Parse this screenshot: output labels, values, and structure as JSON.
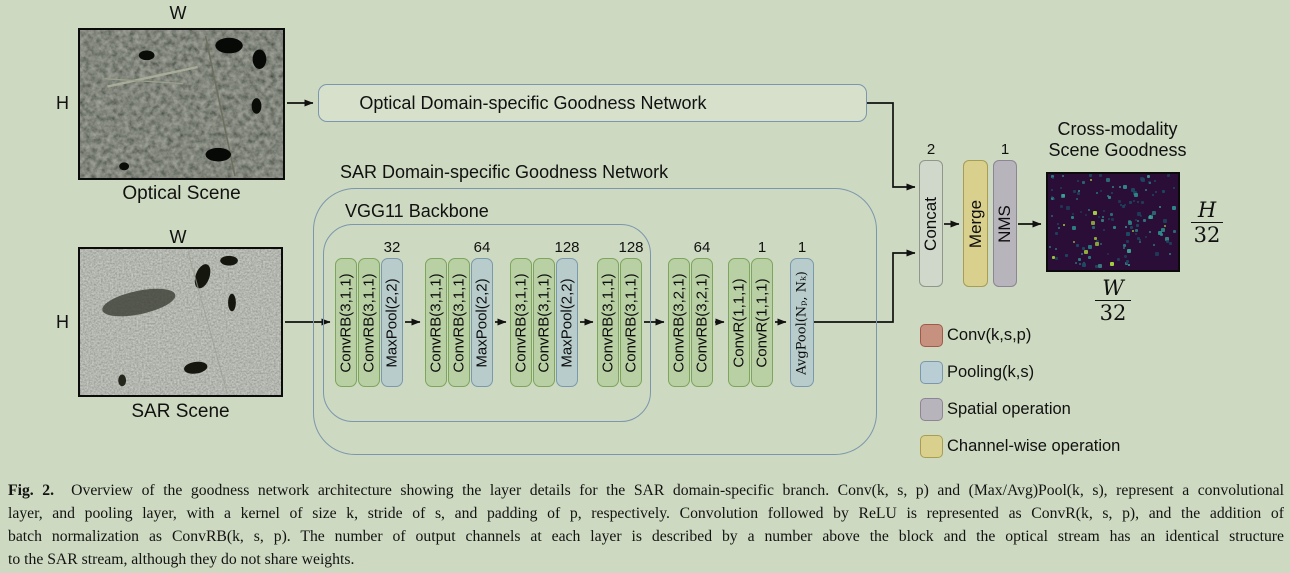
{
  "figure": {
    "optical_scene": {
      "label": "Optical Scene",
      "width_label": "W",
      "height_label": "H"
    },
    "sar_scene": {
      "label": "SAR Scene",
      "width_label": "W",
      "height_label": "H"
    },
    "optical_network_label": "Optical Domain-specific Goodness Network",
    "sar_network_label": "SAR Domain-specific Goodness Network",
    "backbone_label": "VGG11 Backbone",
    "blocks": [
      {
        "label": "ConvRB(3,1,1)",
        "type": "conv",
        "channels": ""
      },
      {
        "label": "ConvRB(3,1,1)",
        "type": "conv",
        "channels": ""
      },
      {
        "label": "MaxPool(2,2)",
        "type": "pool",
        "channels": "32"
      },
      {
        "label": "ConvRB(3,1,1)",
        "type": "conv",
        "channels": ""
      },
      {
        "label": "ConvRB(3,1,1)",
        "type": "conv",
        "channels": ""
      },
      {
        "label": "MaxPool(2,2)",
        "type": "pool",
        "channels": "64"
      },
      {
        "label": "ConvRB(3,1,1)",
        "type": "conv",
        "channels": ""
      },
      {
        "label": "ConvRB(3,1,1)",
        "type": "conv",
        "channels": ""
      },
      {
        "label": "MaxPool(2,2)",
        "type": "pool",
        "channels": "128"
      },
      {
        "label": "ConvRB(3,1,1)",
        "type": "conv",
        "channels": ""
      },
      {
        "label": "ConvRB(3,1,1)",
        "type": "conv",
        "channels": "128"
      },
      {
        "label": "ConvRB(3,2,1)",
        "type": "conv",
        "channels": ""
      },
      {
        "label": "ConvRB(3,2,1)",
        "type": "conv",
        "channels": "64"
      },
      {
        "label": "ConvR(1,1,1)",
        "type": "conv",
        "channels": ""
      },
      {
        "label": "ConvR(1,1,1)",
        "type": "conv",
        "channels": "1"
      },
      {
        "label": "AvgPool(Nₚ, Nₖ)",
        "type": "pool",
        "channels": "1",
        "math": true
      }
    ],
    "heads": [
      {
        "key": "concat",
        "label": "Concat",
        "count": "2",
        "fill": "#cfd8ca",
        "border": "#8f968c"
      },
      {
        "key": "merge",
        "label": "Merge",
        "count": "",
        "fill": "#d9d08e",
        "border": "#a89d52"
      },
      {
        "key": "nms",
        "label": "NMS",
        "count": "1",
        "fill": "#b7b4bc",
        "border": "#8d8496"
      }
    ],
    "output": {
      "title_line1": "Cross-modality",
      "title_line2": "Scene Goodness",
      "h_num": "H",
      "h_den": "32",
      "w_num": "W",
      "w_den": "32"
    },
    "legend": [
      {
        "key": "conv",
        "label": "Conv(k,s,p)",
        "fill": "#c6917f",
        "border": "#a3594a"
      },
      {
        "key": "pooling",
        "label": "Pooling(k,s)",
        "fill": "#b9cdd5",
        "border": "#7b97ae"
      },
      {
        "key": "spatial",
        "label": "Spatial operation",
        "fill": "#b7b4bc",
        "border": "#8d8496"
      },
      {
        "key": "channel",
        "label": "Channel-wise operation",
        "fill": "#d9d08e",
        "border": "#a89d52"
      }
    ],
    "colors": {
      "background": "#cdd9c0",
      "container_border": "#7b97ae",
      "arrow": "#111111",
      "conv_fill": "#b9cfa4",
      "conv_border": "#7da55c",
      "pool_fill": "#b7cccb",
      "pool_border": "#7b99ae",
      "goodness_bg": "#2b0e38"
    }
  },
  "caption": {
    "fig_label": "Fig. 2.",
    "line1": "Overview of the goodness network architecture showing the layer details for the SAR domain-specific branch. Conv(k, s, p) and (Max/Avg)Pool(k, s), represent a convolutional",
    "line2": "layer, and pooling layer, with a kernel of size k, stride of s, and padding of p, respectively. Convolution followed by ReLU is represented as ConvR(k, s, p), and the addition of",
    "line3": "batch normalization as ConvRB(k, s, p). The number of output channels at each layer is described by a number above the block and the optical stream has an identical structure",
    "line4": "to the SAR stream, although they do not share weights."
  }
}
